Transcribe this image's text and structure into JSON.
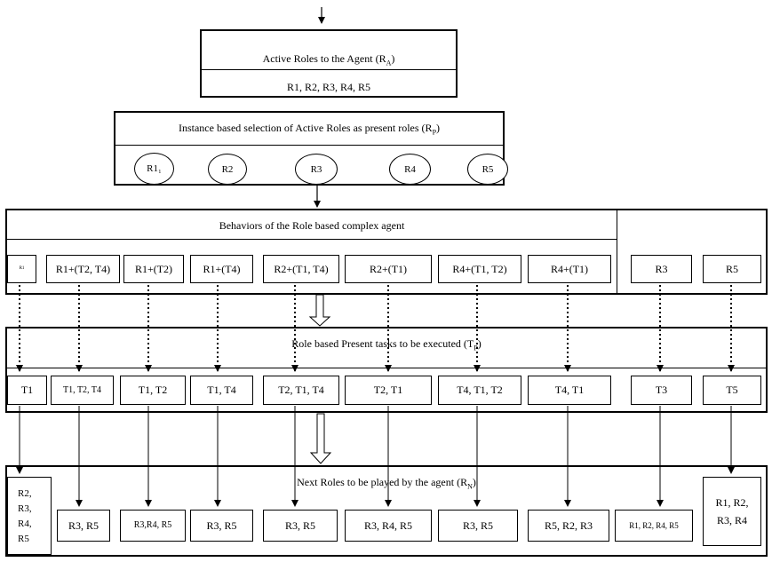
{
  "active_roles": {
    "title": "Active Roles to the Agent (R",
    "title_sub": "A",
    "title_end": ")",
    "values": "R1, R2, R3, R4, R5"
  },
  "instance_selection": {
    "title": "Instance based selection of Active Roles as present roles (R",
    "title_sub": "P",
    "title_end": ")",
    "roles": [
      "R1₁",
      "R2",
      "R3",
      "R4",
      "R5"
    ]
  },
  "behaviors": {
    "title": "Behaviors of the Role based complex agent",
    "cells": [
      "R1",
      "R1+(T2, T4)",
      "R1+(T2)",
      "R1+(T4)",
      "R2+(T1, T4)",
      "R2+(T1)",
      "R4+(T1, T2)",
      "R4+(T1)",
      "R3",
      "R5"
    ]
  },
  "present_tasks": {
    "title": "Role based Present tasks to be executed (T",
    "title_sub": "P",
    "title_end": ")",
    "cells": [
      "T1",
      "T1, T2, T4",
      "T1, T2",
      "T1, T4",
      "T2, T1, T4",
      "T2, T1",
      "T4, T1, T2",
      "T4, T1",
      "T3",
      "T5"
    ]
  },
  "next_roles": {
    "title": "Next Roles to be played by the agent (R",
    "title_sub": "N",
    "title_end": ")",
    "first_cell": [
      "R2,",
      "R3,",
      "R4,",
      "R5"
    ],
    "cells": [
      "R3, R5",
      "R3,R4, R5",
      "R3, R5",
      "R3, R5",
      "R3, R4, R5",
      "R3, R5",
      "R5, R2, R3",
      "R1, R2, R4, R5"
    ],
    "last_cell": [
      "R1, R2,",
      "R3, R4"
    ]
  }
}
